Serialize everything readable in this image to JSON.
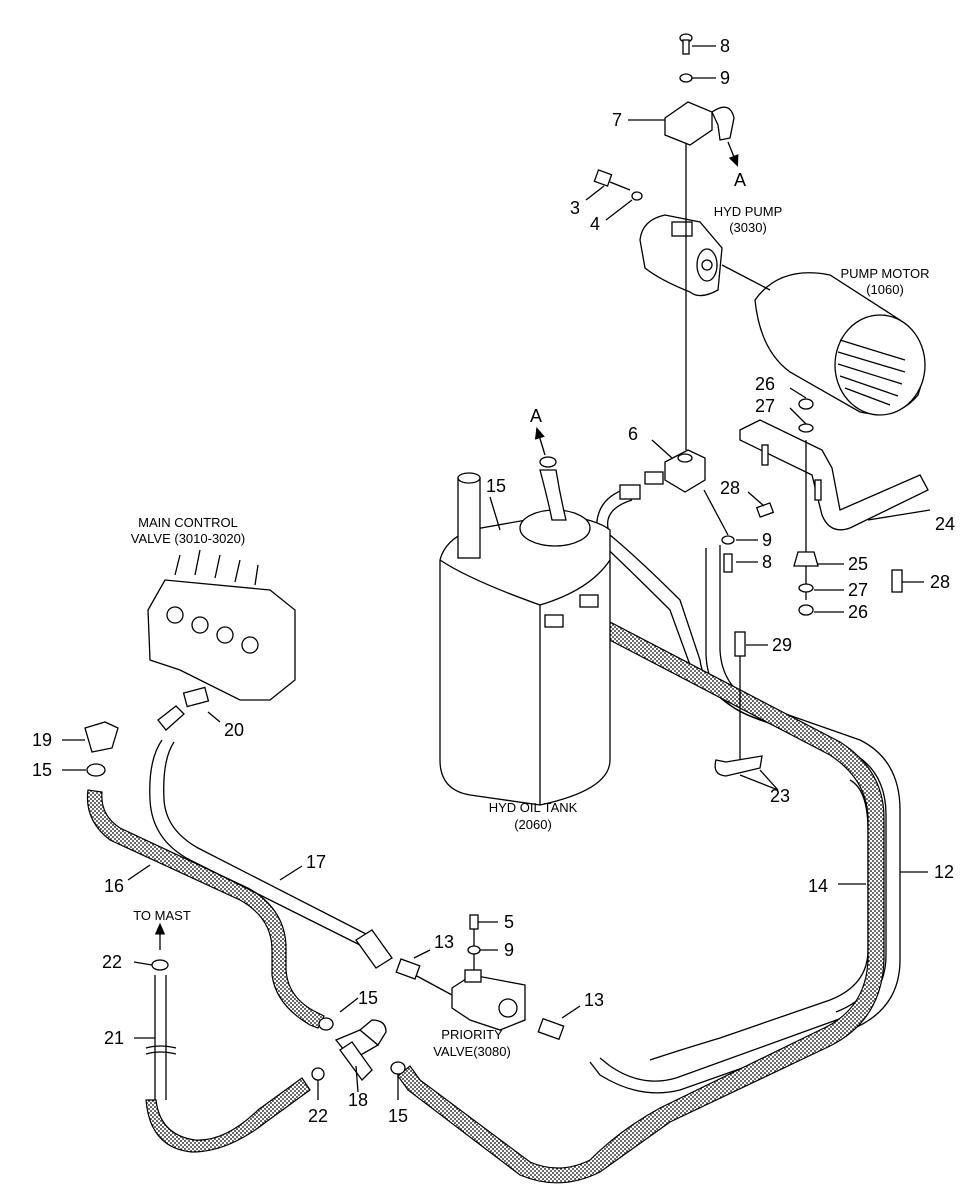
{
  "labels": {
    "main_control_valve": [
      "MAIN CONTROL",
      "VALVE (3010-3020)"
    ],
    "hyd_pump": [
      "HYD PUMP",
      "(3030)"
    ],
    "pump_motor": [
      "PUMP MOTOR",
      "(1060)"
    ],
    "hyd_oil_tank": [
      "HYD OIL TANK",
      "(2060)"
    ],
    "priority_valve": [
      "PRIORITY",
      "VALVE(3080)"
    ],
    "to_mast": "TO MAST",
    "arrow_a_top": "A",
    "arrow_a_tank": "A"
  },
  "callouts": [
    {
      "id": "c8a",
      "num": "8"
    },
    {
      "id": "c9a",
      "num": "9"
    },
    {
      "id": "c7",
      "num": "7"
    },
    {
      "id": "c3",
      "num": "3"
    },
    {
      "id": "c4",
      "num": "4"
    },
    {
      "id": "c6",
      "num": "6"
    },
    {
      "id": "c26a",
      "num": "26"
    },
    {
      "id": "c27a",
      "num": "27"
    },
    {
      "id": "c28a",
      "num": "28"
    },
    {
      "id": "c24",
      "num": "24"
    },
    {
      "id": "c9b",
      "num": "9"
    },
    {
      "id": "c8b",
      "num": "8"
    },
    {
      "id": "c25",
      "num": "25"
    },
    {
      "id": "c28b",
      "num": "28"
    },
    {
      "id": "c27b",
      "num": "27"
    },
    {
      "id": "c26b",
      "num": "26"
    },
    {
      "id": "c29",
      "num": "29"
    },
    {
      "id": "c23",
      "num": "23"
    },
    {
      "id": "c15a",
      "num": "15"
    },
    {
      "id": "c19",
      "num": "19"
    },
    {
      "id": "c15b",
      "num": "15"
    },
    {
      "id": "c20",
      "num": "20"
    },
    {
      "id": "c16",
      "num": "16"
    },
    {
      "id": "c17",
      "num": "17"
    },
    {
      "id": "c14",
      "num": "14"
    },
    {
      "id": "c12",
      "num": "12"
    },
    {
      "id": "c5",
      "num": "5"
    },
    {
      "id": "c9c",
      "num": "9"
    },
    {
      "id": "c13a",
      "num": "13"
    },
    {
      "id": "c13b",
      "num": "13"
    },
    {
      "id": "c15c",
      "num": "15"
    },
    {
      "id": "c22a",
      "num": "22"
    },
    {
      "id": "c21",
      "num": "21"
    },
    {
      "id": "c22b",
      "num": "22"
    },
    {
      "id": "c18",
      "num": "18"
    },
    {
      "id": "c15d",
      "num": "15"
    }
  ]
}
